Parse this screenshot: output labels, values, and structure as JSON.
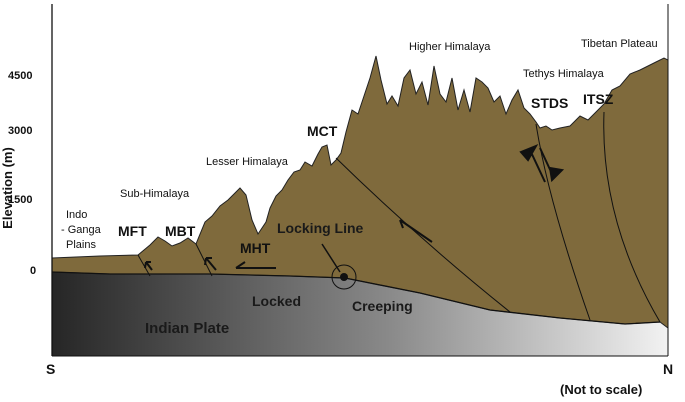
{
  "axis": {
    "title": "Elevation (m)",
    "ticks": [
      "4500",
      "3000",
      "1500",
      "0"
    ]
  },
  "regions": {
    "indo_ganga": [
      "Indo",
      "- Ganga",
      "Plains"
    ],
    "sub_himalaya": "Sub-Himalaya",
    "lesser_himalaya": "Lesser Himalaya",
    "higher_himalaya": "Higher Himalaya",
    "tethys_himalaya": "Tethys Himalaya",
    "tibetan_plateau": "Tibetan Plateau"
  },
  "faults": {
    "mft": "MFT",
    "mbt": "MBT",
    "mht": "MHT",
    "mct": "MCT",
    "stds": "STDS",
    "itsz": "ITSZ"
  },
  "labels": {
    "locking_line": "Locking Line",
    "locked": "Locked",
    "creeping": "Creeping",
    "indian_plate": "Indian Plate"
  },
  "compass": {
    "south": "S",
    "north": "N"
  },
  "note": "(Not to scale)",
  "colors": {
    "crust": "#7f6a3c",
    "plate_dark": "#262626",
    "plate_light": "#f2f2f2",
    "line": "#111111"
  }
}
